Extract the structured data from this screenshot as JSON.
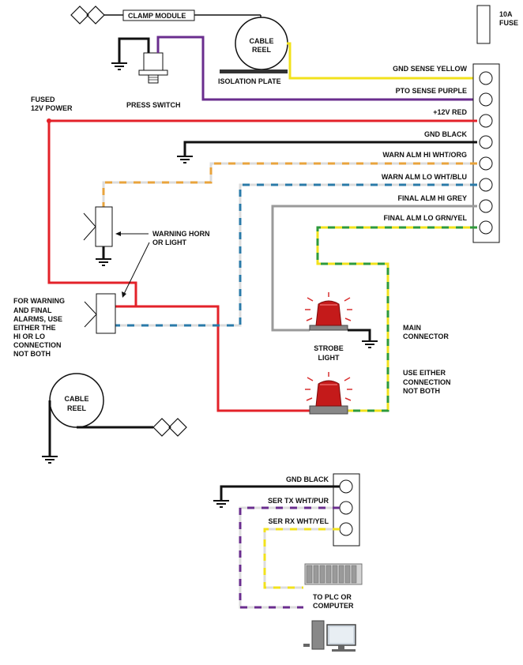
{
  "labels": {
    "clamp_module": "CLAMP MODULE",
    "fuse_top": "10A",
    "fuse_bottom": "FUSE",
    "cable_reel_top_1": "CABLE",
    "cable_reel_top_2": "REEL",
    "isolation_plate": "ISOLATION PLATE",
    "press_switch": "PRESS SWITCH",
    "fused_power_1": "FUSED",
    "fused_power_2": "12V POWER",
    "warning_horn_1": "WARNING HORN",
    "warning_horn_2": "OR LIGHT",
    "use_either_note": [
      "FOR WARNING",
      "AND FINAL",
      "ALARMS, USE",
      "EITHER THE",
      "HI OR LO",
      "CONNECTION",
      "NOT BOTH"
    ],
    "strobe_light_1": "STROBE",
    "strobe_light_2": "LIGHT",
    "main_connector_1": "MAIN",
    "main_connector_2": "CONNECTOR",
    "use_either_conn_1": "USE EITHER",
    "use_either_conn_2": "CONNECTION",
    "use_either_conn_3": "NOT BOTH",
    "cable_reel_bottom_1": "CABLE",
    "cable_reel_bottom_2": "REEL",
    "to_plc_1": "TO PLC OR",
    "to_plc_2": "COMPUTER"
  },
  "main_terminals": [
    "GND SENSE   YELLOW",
    "PTO SENSE   PURPLE",
    "+12V   RED",
    "GND   BLACK",
    "WARN ALM HI   WHT/ORG",
    "WARN ALM LO   WHT/BLU",
    "FINAL ALM HI   GREY",
    "FINAL ALM LO   GRN/YEL"
  ],
  "serial_terminals": [
    "GND   BLACK",
    "SER TX   WHT/PUR",
    "SER RX   WHT/YEL"
  ],
  "colors": {
    "yellow": "#f2e21c",
    "purple": "#6a2d8e",
    "red": "#e32229",
    "black": "#111111",
    "orange": "#e8a33c",
    "blue": "#2a7aa8",
    "grey": "#9a9a9a",
    "green": "#2e9a3a",
    "white_dash": "#dcdcdc"
  }
}
